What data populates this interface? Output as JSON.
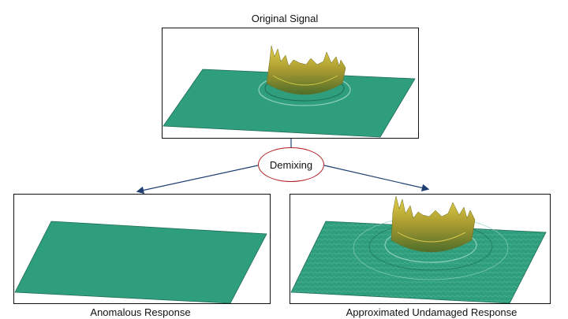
{
  "diagram": {
    "original": {
      "title": "Original Signal"
    },
    "process": {
      "label": "Demixing"
    },
    "anomalous": {
      "title": "Anomalous Response"
    },
    "undamaged": {
      "title": "Approximated Undamaged Response"
    }
  },
  "colors": {
    "plate": "#2f9e7c",
    "plate_dark": "#1d6b55",
    "connector": "#1f3f73",
    "ellipse": "#b21f24",
    "peak_low": "#5a7a2a",
    "peak_high": "#e0c93a"
  }
}
